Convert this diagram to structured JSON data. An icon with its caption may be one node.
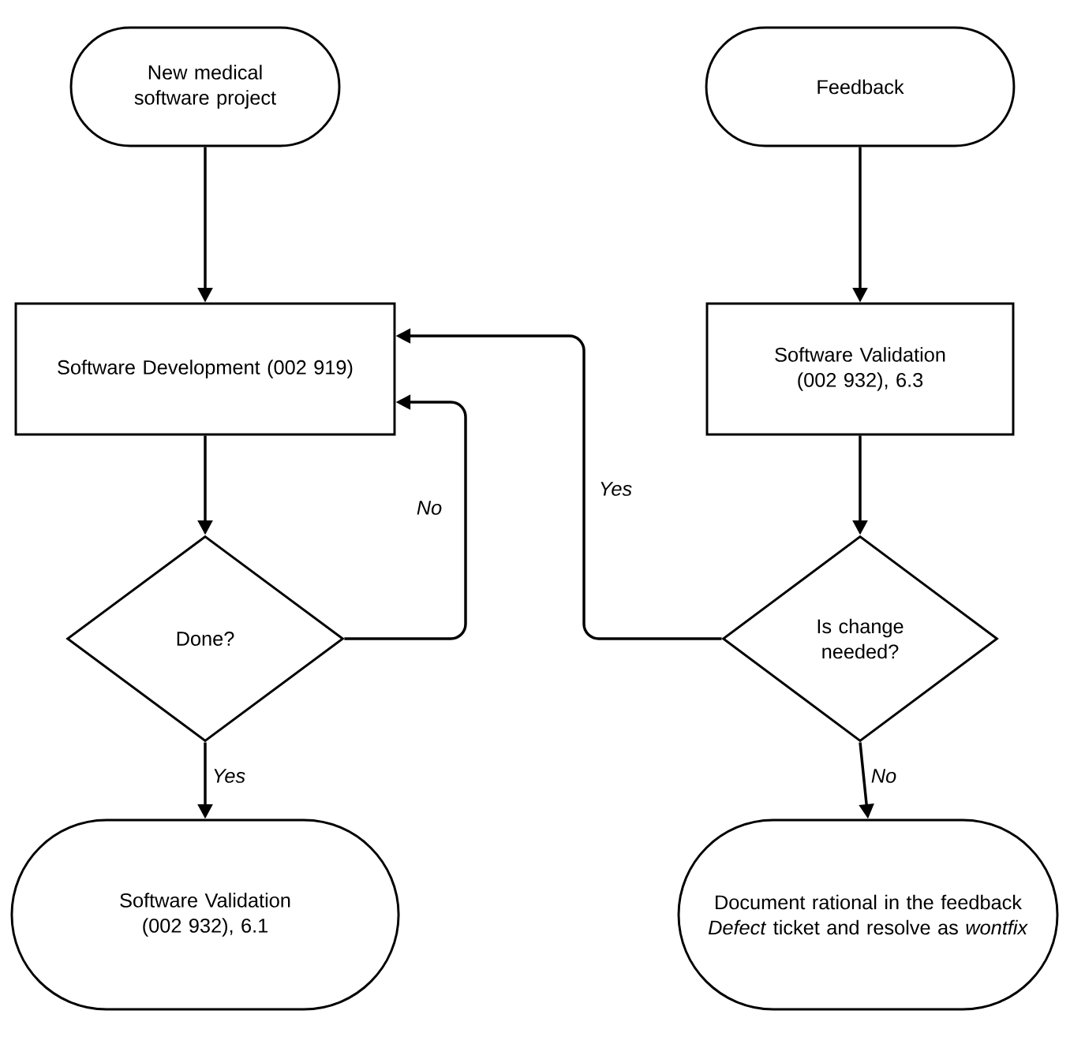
{
  "diagram": {
    "nodes": [
      {
        "text": [
          "New medical software project"
        ]
      },
      {
        "text": [
          "Feedback"
        ]
      },
      {
        "text": [
          "Software Development (002 919)"
        ]
      },
      {
        "text": [
          "Software Validation (002 932), 6.3"
        ]
      },
      {
        "text": [
          "Done?"
        ]
      },
      {
        "text": [
          "Is change needed?"
        ]
      },
      {
        "text": [
          "Software Validation (002 932), 6.1"
        ]
      },
      {
        "text": [
          "Document rational in the feedback *Defect* ticket and resolve as *wontfix*"
        ]
      }
    ],
    "edges": [
      {
        "from": 0,
        "to": 2,
        "arrow": "to"
      },
      {
        "from": 1,
        "to": 3,
        "arrow": "to"
      },
      {
        "from": 2,
        "to": 4,
        "arrow": "to"
      },
      {
        "from": 4,
        "to": 2,
        "arrow": "to",
        "label": "No"
      },
      {
        "from": 4,
        "to": 6,
        "arrow": "to",
        "label": "Yes"
      },
      {
        "from": 3,
        "to": 5,
        "arrow": "to"
      },
      {
        "from": 5,
        "to": 2,
        "arrow": "to",
        "label": "Yes"
      },
      {
        "from": 5,
        "to": 7,
        "arrow": "to",
        "label": "No"
      }
    ]
  }
}
